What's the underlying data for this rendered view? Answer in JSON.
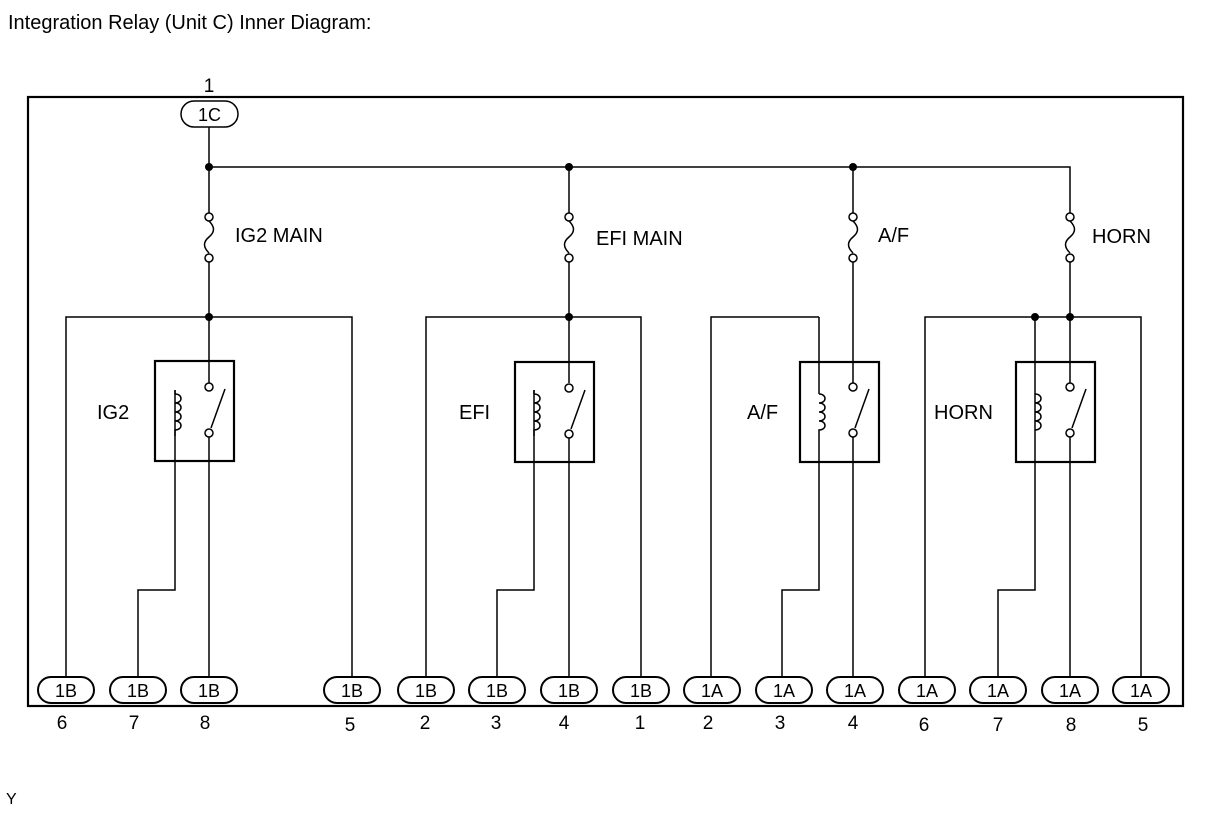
{
  "title": "Integration Relay (Unit C) Inner Diagram:",
  "footer_code": "Y",
  "top_connector": {
    "pin": "1",
    "label": "1C"
  },
  "fuses": [
    {
      "label": "IG2 MAIN"
    },
    {
      "label": "EFI MAIN"
    },
    {
      "label": "A/F"
    },
    {
      "label": "HORN"
    }
  ],
  "relays": [
    {
      "label": "IG2"
    },
    {
      "label": "EFI"
    },
    {
      "label": "A/F"
    },
    {
      "label": "HORN"
    }
  ],
  "bottom_connectors": [
    {
      "label": "1B",
      "pin": "6"
    },
    {
      "label": "1B",
      "pin": "7"
    },
    {
      "label": "1B",
      "pin": "8"
    },
    {
      "label": "1B",
      "pin": "5"
    },
    {
      "label": "1B",
      "pin": "2"
    },
    {
      "label": "1B",
      "pin": "3"
    },
    {
      "label": "1B",
      "pin": "4"
    },
    {
      "label": "1B",
      "pin": "1"
    },
    {
      "label": "1A",
      "pin": "2"
    },
    {
      "label": "1A",
      "pin": "3"
    },
    {
      "label": "1A",
      "pin": "4"
    },
    {
      "label": "1A",
      "pin": "6"
    },
    {
      "label": "1A",
      "pin": "7"
    },
    {
      "label": "1A",
      "pin": "8"
    },
    {
      "label": "1A",
      "pin": "5"
    }
  ]
}
